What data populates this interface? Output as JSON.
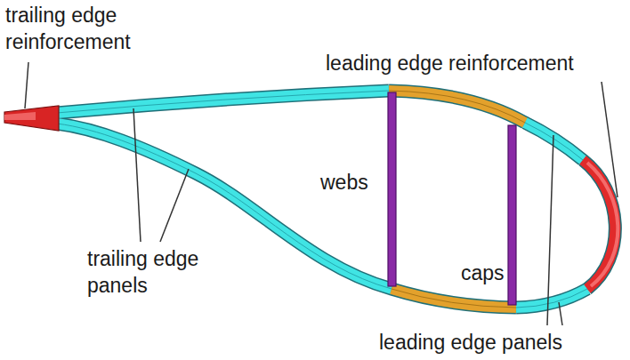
{
  "diagram": {
    "labels": [
      "trailing edge reinforcement",
      "leading edge reinforcement",
      "webs",
      "trailing edge panels",
      "caps",
      "leading edge panels"
    ]
  }
}
